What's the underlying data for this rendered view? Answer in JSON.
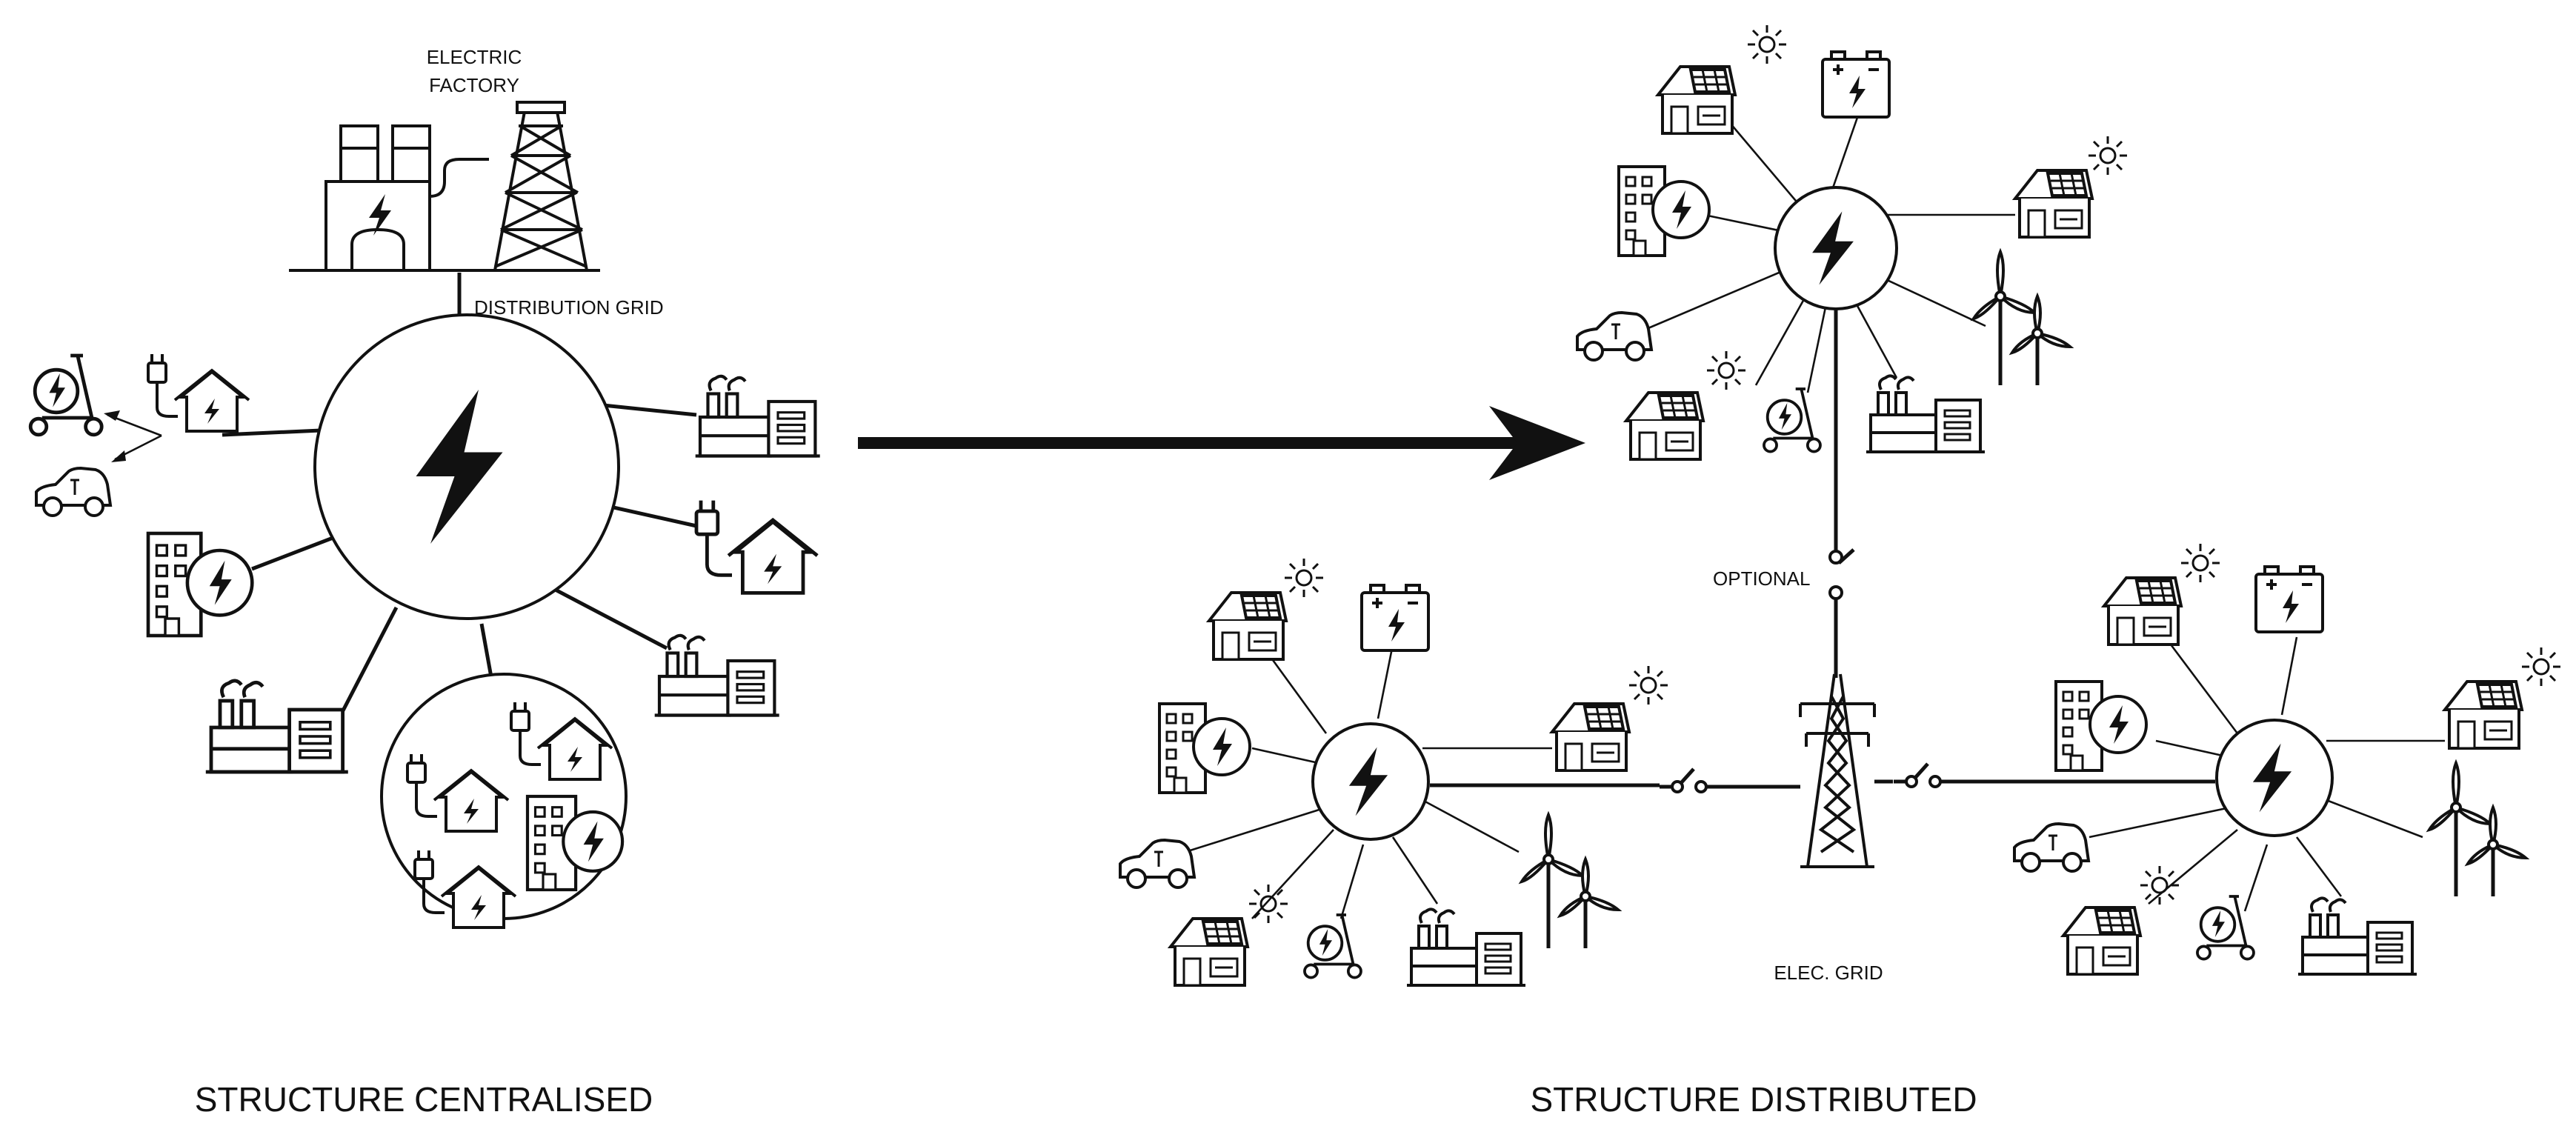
{
  "labels": {
    "electric_factory_line1": "ELECTRIC",
    "electric_factory_line2": "FACTORY",
    "distribution_grid": "DISTRIBUTION  GRID",
    "optional": "OPTIONAL",
    "elec_grid": "ELEC. GRID",
    "structure_centralised": "STRUCTURE CENTRALISED",
    "structure_distributed": "STRUCTURE DISTRIBUTED"
  },
  "colors": {
    "ink": "#111111",
    "background": "#ffffff"
  }
}
